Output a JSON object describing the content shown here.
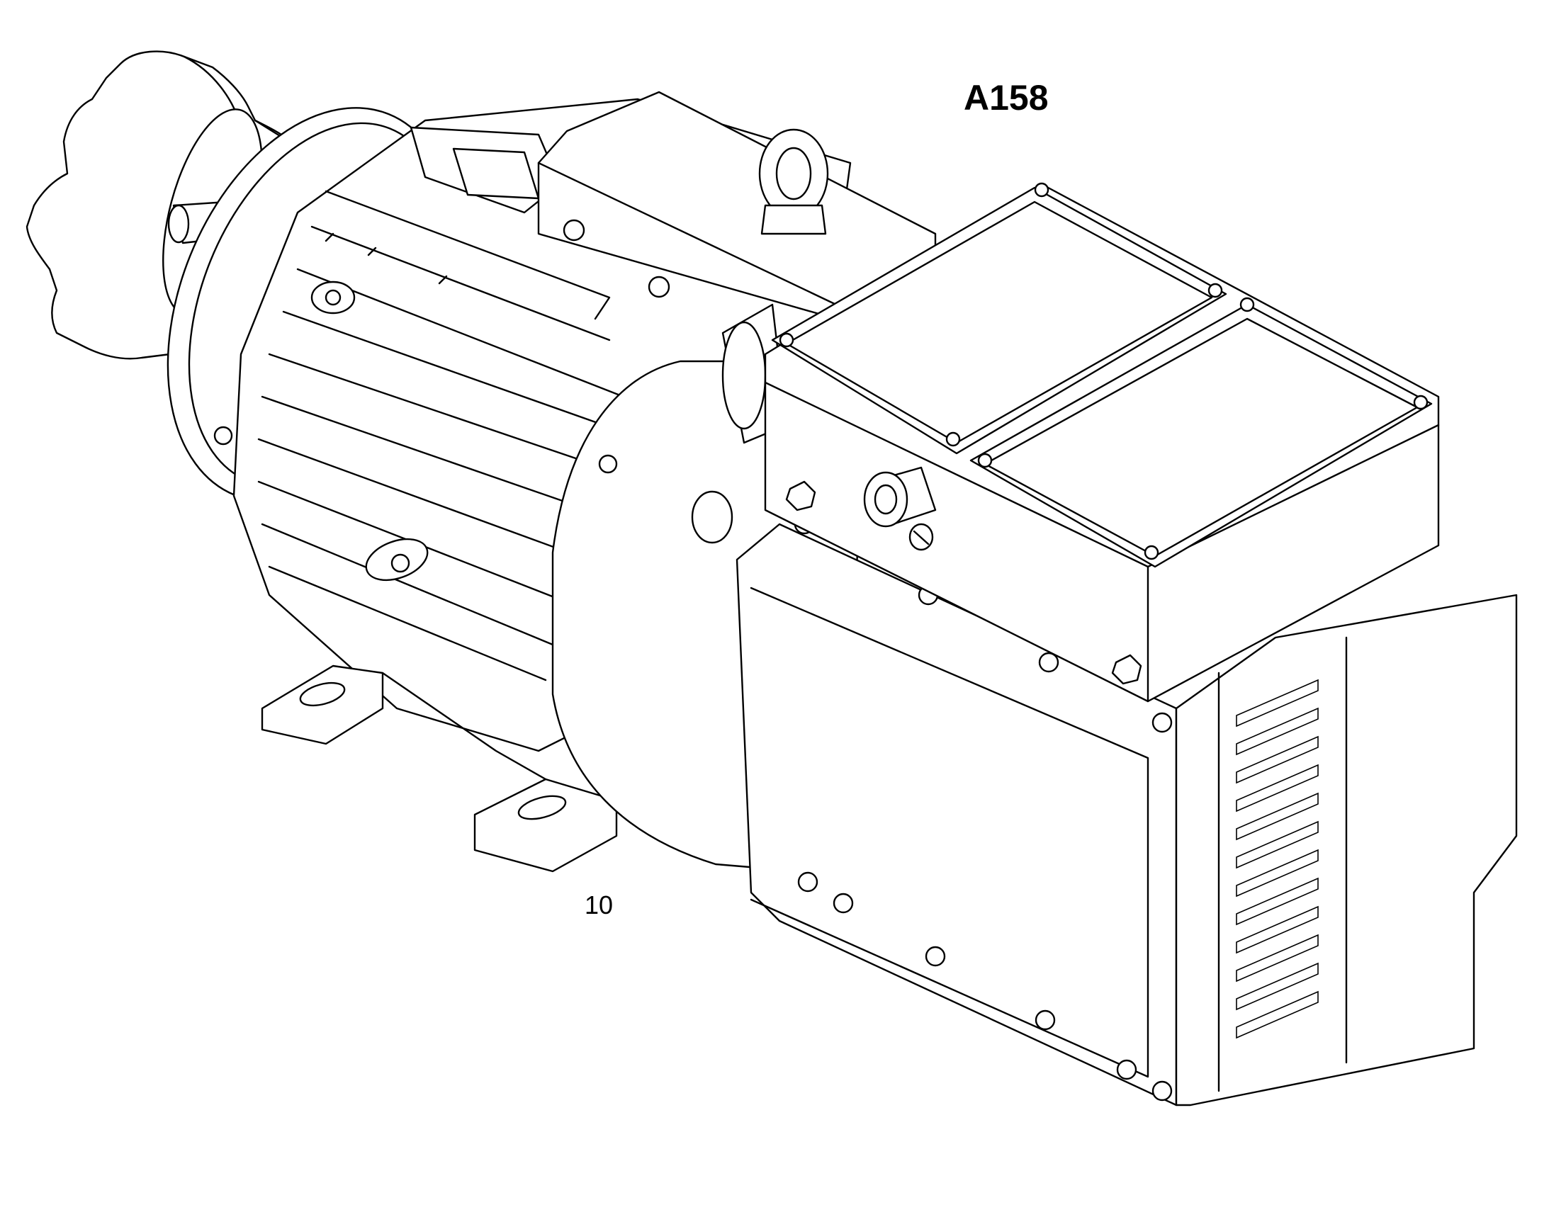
{
  "figure": {
    "title": "A158",
    "callouts": [
      {
        "id": "part-10",
        "label": "10"
      }
    ]
  }
}
